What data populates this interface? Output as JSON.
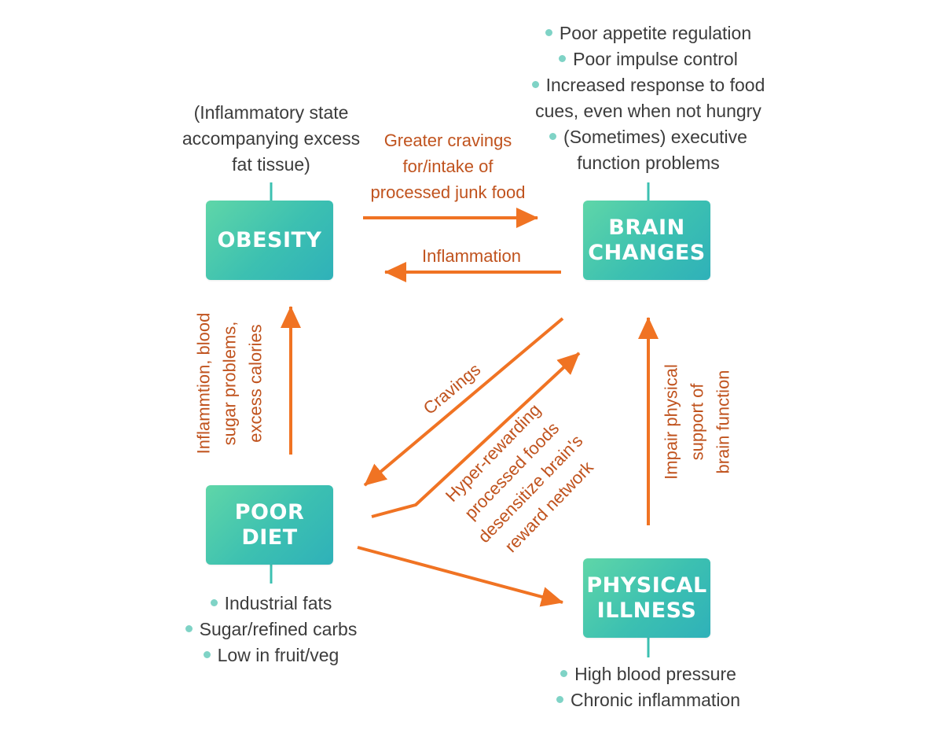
{
  "colors": {
    "accent": "#f07323",
    "label_text": "#c0531e",
    "box_top": "#5fd6a8",
    "box_bottom": "#2fb1b9",
    "bullet": "#7fd3c6",
    "text": "#3c3c3c"
  },
  "nodes": {
    "obesity": {
      "label": "Obesity",
      "note": "(Inflammatory state\naccompanying excess\nfat tissue)"
    },
    "brain": {
      "label": "Brain\nChanges",
      "bullets": [
        "Poor appetite regulation",
        "Poor impulse control",
        "Increased response to food\ncues, even when not hungry",
        "(Sometimes) executive\nfunction problems"
      ]
    },
    "diet": {
      "label": "Poor\nDiet",
      "bullets": [
        "Industrial fats",
        "Sugar/refined carbs",
        "Low in fruit/veg"
      ]
    },
    "illness": {
      "label": "Physical\nIllness",
      "bullets": [
        "High blood pressure",
        "Chronic inflammation"
      ]
    }
  },
  "edges": {
    "cravings_intake": "Greater cravings\nfor/intake of\nprocessed junk food",
    "inflammation": "Inflammation",
    "diet_to_obesity": "Inflammtion, blood\nsugar problems,\nexcess calories",
    "cravings": "Cravings",
    "hyper_rewarding": "Hyper-rewarding\nprocessed foods\ndesensitize brain's\nreward network",
    "impair": "Impair physical\nsupport of\nbrain function"
  }
}
